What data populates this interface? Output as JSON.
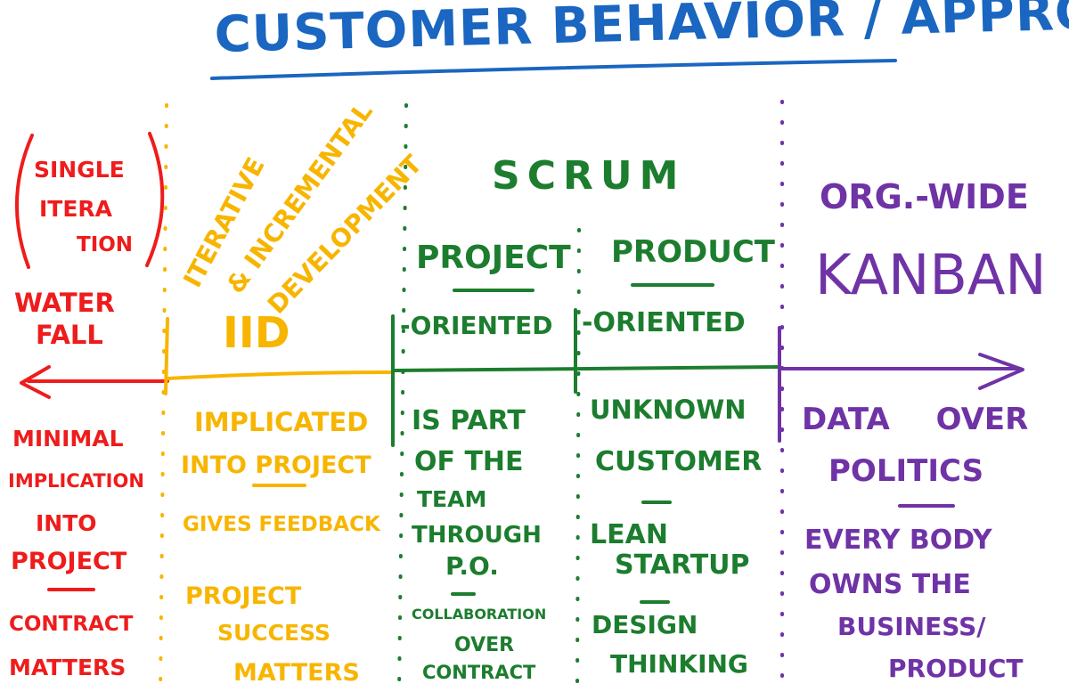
{
  "title": "CUSTOMER BEHAVIOR / APPROACH",
  "colors": {
    "title": "#1a66c0",
    "waterfall": "#ee1c1c",
    "iid": "#f7b500",
    "scrum": "#1c7d2e",
    "kanban": "#6f33a6"
  },
  "waterfall": {
    "bracket_lines": [
      "SINGLE",
      "ITERA",
      "TION"
    ],
    "name_lines": [
      "WATER",
      "FALL"
    ],
    "notes_1": [
      "MINIMAL",
      "IMPLICATION",
      "INTO",
      "PROJECT"
    ],
    "notes_2": [
      "CONTRACT",
      "MATTERS"
    ]
  },
  "iid": {
    "diagonal_lines": [
      "ITERATIVE",
      "& INCREMENTAL",
      "DEVELOPMENT"
    ],
    "name": "IID",
    "notes_1": [
      "IMPLICATED",
      "INTO PROJECT"
    ],
    "notes_2": "GIVES FEEDBACK",
    "notes_3": [
      "PROJECT",
      "SUCCESS",
      "MATTERS"
    ]
  },
  "scrum": {
    "name": "SCRUM",
    "project": {
      "heading": "PROJECT",
      "sub": "-ORIENTED",
      "notes_1": [
        "IS PART",
        "OF THE",
        "TEAM",
        "THROUGH",
        "P.O."
      ],
      "notes_2": [
        "COLLABORATION",
        "OVER",
        "CONTRACT"
      ]
    },
    "product": {
      "heading": "PRODUCT",
      "sub": "-ORIENTED",
      "notes_1": [
        "UNKNOWN",
        "CUSTOMER"
      ],
      "notes_2": [
        "LEAN",
        "STARTUP"
      ],
      "notes_3": [
        "DESIGN",
        "THINKING"
      ]
    }
  },
  "kanban": {
    "label_1": "ORG.-WIDE",
    "label_2": "KANBAN",
    "notes_1": [
      "DATA OVER",
      "POLITICS"
    ],
    "notes_2": [
      "EVERY BODY",
      "OWNS THE",
      "BUSINESS/",
      "PRODUCT"
    ]
  }
}
